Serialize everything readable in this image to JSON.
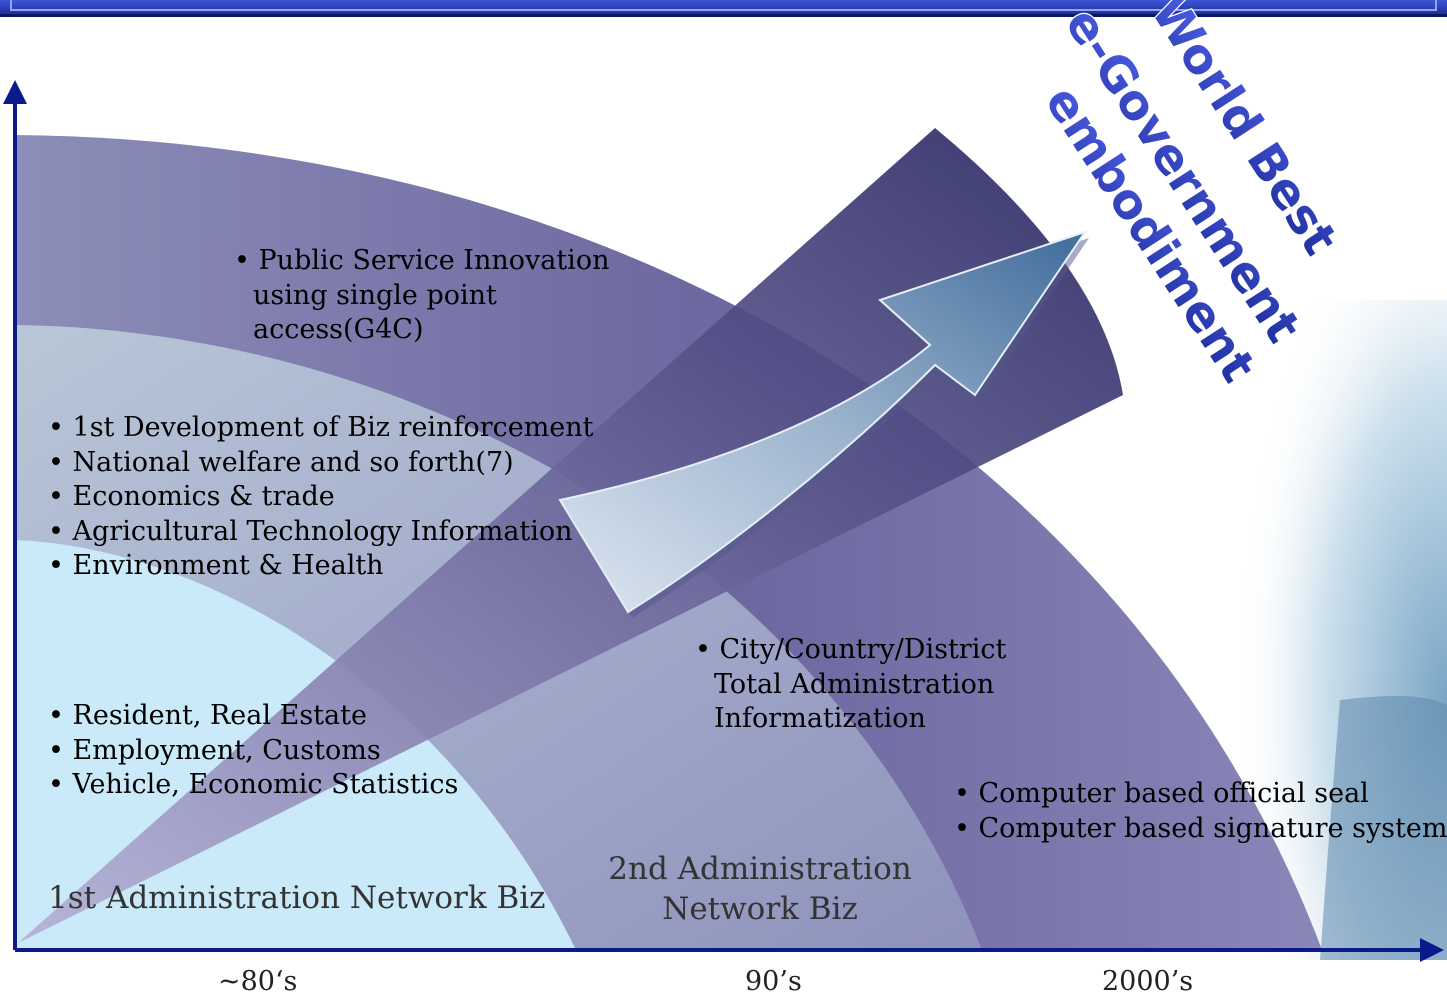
{
  "title_lines": [
    "World Best",
    "e-Government",
    "embodiment"
  ],
  "blocks": {
    "top": [
      "Public Service Innovation",
      "using single point",
      "access(G4C)"
    ],
    "mid": [
      "1st Development of Biz reinforcement",
      "National welfare and so forth(7)",
      "Economics & trade",
      "Agricultural Technology Information",
      "Environment & Health"
    ],
    "low": [
      "Resident, Real Estate",
      "Employment, Customs",
      "Vehicle, Economic Statistics"
    ],
    "city": [
      "City/Country/District",
      "Total Administration",
      "Informatization"
    ],
    "seal": [
      "Computer based official seal",
      "Computer based signature system"
    ]
  },
  "eras": {
    "first": "1st Administration Network Biz",
    "second": [
      "2nd Administration",
      "Network Biz"
    ]
  },
  "x_axis": [
    "~80‘s",
    "90’s",
    "2000’s"
  ],
  "colors": {
    "outer_band": "#6f6aa0",
    "mid_band": "#9aa6c6",
    "inner_band": "#cbeaf9",
    "axis": "#0b1a8a",
    "title_fill": "#2d3fc0"
  }
}
